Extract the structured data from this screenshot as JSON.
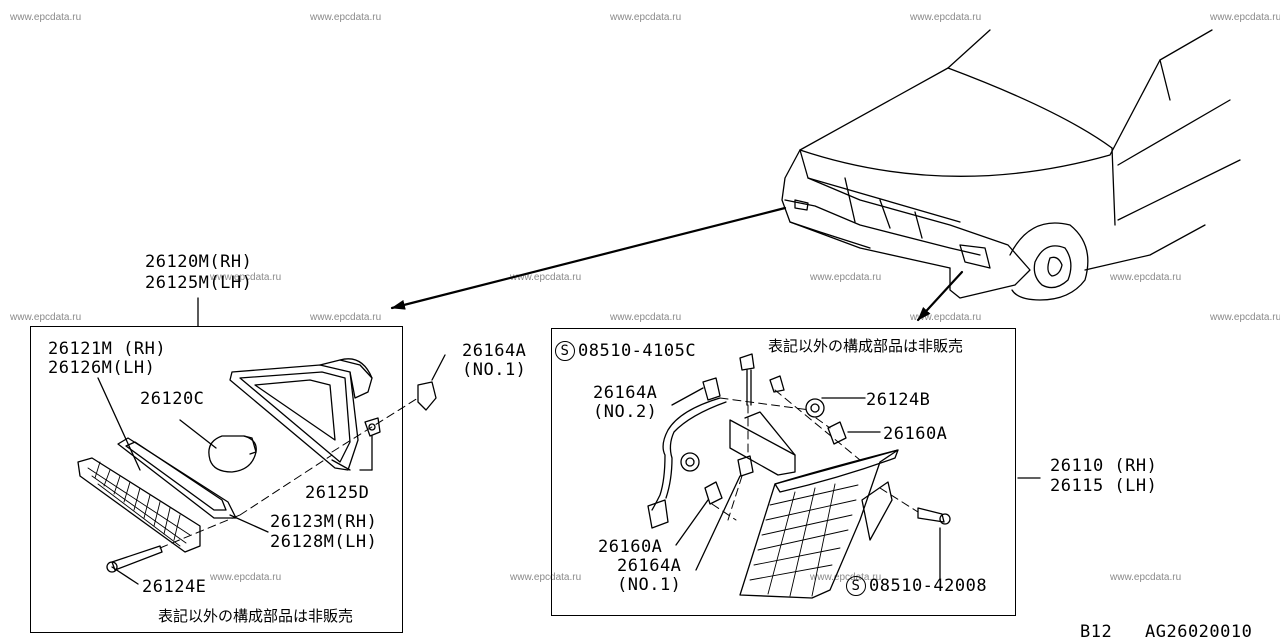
{
  "watermark": "www.epcdata.ru",
  "left_group": {
    "assembly_rh": "26120M(RH)",
    "assembly_lh": "26125M(LH)",
    "lens_rh": "26121M (RH)",
    "lens_lh": "26126M(LH)",
    "bulb": "26120C",
    "socket": "26125D",
    "gasket_rh": "26123M(RH)",
    "gasket_lh": "26128M(LH)",
    "screw": "26124E",
    "clip": "26164A",
    "clip_no": "(NO.1)",
    "note": "表記以外の構成部品は非販売"
  },
  "right_group": {
    "note": "表記以外の構成部品は非販売",
    "bolt_top_code": "08510-4105C",
    "bolt_bottom_code": "08510-42008",
    "s_mark": "S",
    "clip2": "26164A",
    "clip2_no": "(NO.2)",
    "socket": "26124B",
    "bulb_a": "26160A",
    "bulb_b": "26160A",
    "clip1": "26164A",
    "clip1_no": "(NO.1)",
    "assembly_rh": "26110 (RH)",
    "assembly_lh": "26115 (LH)"
  },
  "footer": {
    "page": "B12",
    "figure_code": "AG26020010"
  }
}
